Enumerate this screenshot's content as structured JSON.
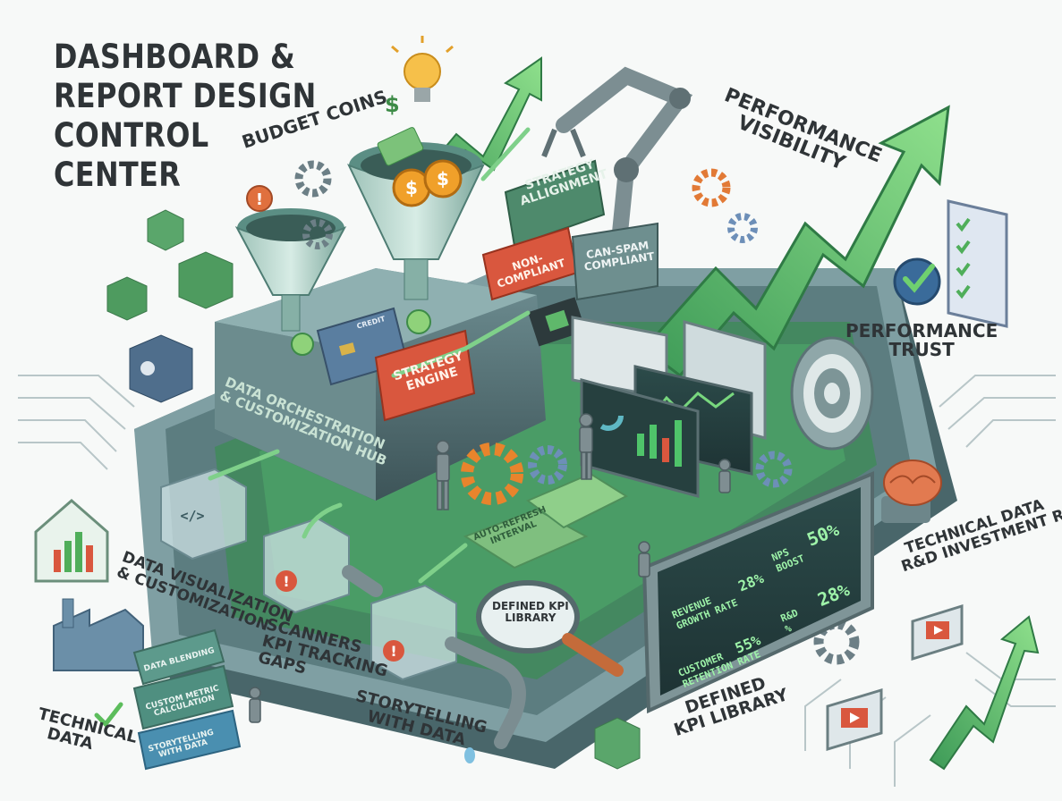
{
  "title": {
    "line1": "DASHBOARD &",
    "line2": "REPORT DESIGN",
    "line3": "CONTROL",
    "line4": "CENTER"
  },
  "labels": {
    "budget_coins": "BUDGET COINS",
    "performance_visibility_1": "PERFORMANCE",
    "performance_visibility_2": "VISIBILITY",
    "performance_trust_1": "PERFORMANCE",
    "performance_trust_2": "TRUST",
    "technical_rd_1": "TECHNICAL DATA",
    "technical_rd_2": "R&D INVESTMENT RATE",
    "data_viz_1": "DATA VISUALIZATION",
    "data_viz_2": "& CUSTOMIZATION",
    "scanners_1": "SCANNERS",
    "scanners_2": "KPI TRACKING",
    "scanners_3": "GAPS",
    "storytelling_1": "STORYTELLING",
    "storytelling_2": "WITH DATA",
    "technical_data_1": "TECHNICAL",
    "technical_data_2": "DATA",
    "defined_kpi_1": "DEFINED",
    "defined_kpi_2": "KPI LIBRARY"
  },
  "plates": {
    "strategy_alignment_1": "STRATEGY",
    "strategy_alignment_2": "ALLIGNMENT",
    "non_compliant_1": "NON-",
    "non_compliant_2": "COMPLIANT",
    "can_spam_1": "CAN-SPAM",
    "can_spam_2": "COMPLIANT",
    "strategy_engine_1": "STRATEGY",
    "strategy_engine_2": "ENGINE",
    "hub_1": "DATA ORCHESTRATION",
    "hub_2": "& CUSTOMIZATION HUB",
    "auto_refresh_1": "AUTO-REFRESH",
    "auto_refresh_2": "INTERVAL",
    "kpi_lens_1": "DEFINED KPI",
    "kpi_lens_2": "LIBRARY",
    "card_brand": "CREDIT",
    "stack_1": "DATA BLENDING",
    "stack_2a": "CUSTOM METRIC",
    "stack_2b": "CALCULATION",
    "stack_3a": "STORYTELLING",
    "stack_3b": "WITH DATA"
  },
  "screen": {
    "revenue_label_1": "REVENUE",
    "revenue_label_2": "GROWTH RATE",
    "revenue_value": "28%",
    "nps_label_1": "NPS",
    "nps_label_2": "BOOST",
    "nps_value": "50%",
    "retention_label_1": "CUSTOMER",
    "retention_label_2": "RETENTION RATE",
    "retention_value": "55%",
    "rd_label_1": "R&D",
    "rd_label_2": "%",
    "rd_value": "28%"
  },
  "colors": {
    "accent_green": "#4caf50",
    "panel_dark": "#2f4a4c",
    "alert_red": "#d9573e",
    "coin_orange": "#f0a02a",
    "title_ink": "#2f3437"
  },
  "icons": [
    "lightbulb-icon",
    "dollar-icon",
    "gear-icon",
    "alert-icon",
    "target-icon",
    "brain-icon",
    "check-icon",
    "checklist-icon",
    "factory-icon",
    "magnifier-icon",
    "code-icon",
    "robot-arm-icon",
    "play-icon",
    "cube-icon",
    "camera-icon",
    "chip-icon"
  ]
}
